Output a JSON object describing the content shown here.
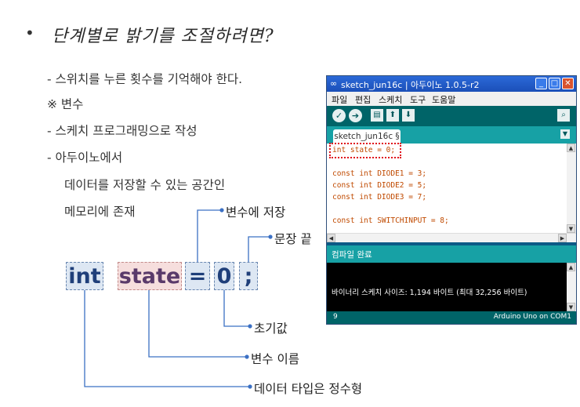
{
  "slide": {
    "bullet": "•",
    "title": "단계별로 밝기를 조절하려면?",
    "lines": [
      "- 스위치를 누른 횟수를 기억해야 한다.",
      "※   변수",
      "-  스케치 프로그래밍으로 작성",
      "-  아두이노에서",
      "데이터를 저장할 수 있는 공간인",
      "메모리에 존재"
    ],
    "code_tokens": [
      "int",
      "state",
      "=",
      "0",
      ";"
    ],
    "labels": {
      "store": "변수에 저장",
      "end": "문장 끝",
      "init": "초기값",
      "name": "변수 이름",
      "type": "데이터  타입은 정수형"
    }
  },
  "ide": {
    "window_title": "sketch_jun16c | 아두이노 1.0.5-r2",
    "window_buttons": [
      "_",
      "□",
      "✕"
    ],
    "menu": [
      "파일",
      "편집",
      "스케치",
      "도구",
      "도움말"
    ],
    "toolbar_icons": [
      "verify-icon",
      "upload-icon",
      "new-icon",
      "open-icon",
      "save-icon",
      "serial-monitor-icon"
    ],
    "toolbar_glyphs": [
      "✓",
      "➔",
      "▤",
      "⬆",
      "⬇",
      "⌕"
    ],
    "tab_label": "sketch_jun16c §",
    "tab_menu_glyph": "▼",
    "code": [
      "int  state = 0;",
      "",
      "const int DIODE1 = 3;",
      "const int DIODE2 = 5;",
      "const int DIODE3 = 7;",
      "",
      "const int SWITCHINPUT = 8;"
    ],
    "status": "컴파일 완료",
    "console": "바이너리 스케치 사이즈: 1,194 바이트 (최대 32,256 바이트)",
    "footer_line": "9",
    "footer_board": "Arduino Uno on COM1"
  },
  "colors": {
    "title_bar": "#2b69d8",
    "toolbar": "#006468",
    "tab_bar": "#17a1a5",
    "code_text": "#c04a00",
    "highlight": "#e0101a",
    "token_blue": "#dde7f3",
    "token_pink": "#f6dedd"
  }
}
